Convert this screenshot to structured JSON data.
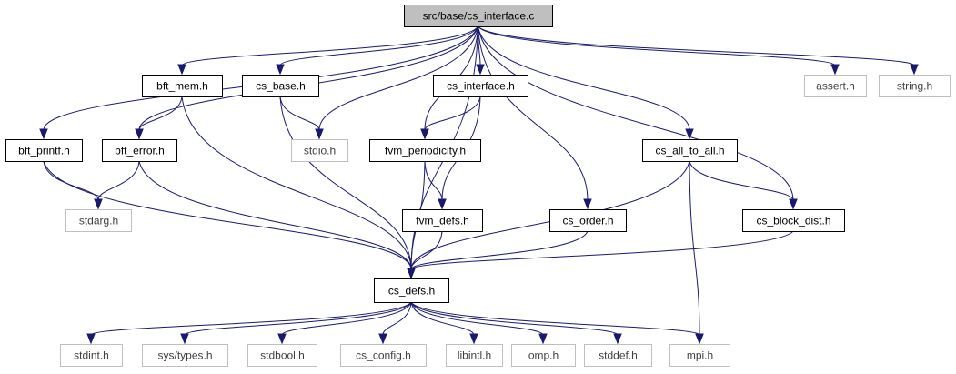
{
  "colors": {
    "edge": "#191970",
    "focus_fill": "#bfbfbf",
    "documented_border": "#000000",
    "external_border": "#bfbfbf",
    "documented_text": "#000000",
    "external_text": "#3f3f3f"
  },
  "nodes": [
    {
      "id": "cs_interface_c",
      "label": "src/base/cs_interface.c",
      "kind": "focus"
    },
    {
      "id": "bft_mem",
      "label": "bft_mem.h",
      "kind": "documented"
    },
    {
      "id": "cs_base",
      "label": "cs_base.h",
      "kind": "documented"
    },
    {
      "id": "cs_interface_h",
      "label": "cs_interface.h",
      "kind": "documented"
    },
    {
      "id": "assert",
      "label": "assert.h",
      "kind": "external"
    },
    {
      "id": "string",
      "label": "string.h",
      "kind": "external"
    },
    {
      "id": "bft_printf",
      "label": "bft_printf.h",
      "kind": "documented"
    },
    {
      "id": "bft_error",
      "label": "bft_error.h",
      "kind": "documented"
    },
    {
      "id": "stdio",
      "label": "stdio.h",
      "kind": "external"
    },
    {
      "id": "fvm_periodicity",
      "label": "fvm_periodicity.h",
      "kind": "documented"
    },
    {
      "id": "cs_all_to_all",
      "label": "cs_all_to_all.h",
      "kind": "documented"
    },
    {
      "id": "stdarg",
      "label": "stdarg.h",
      "kind": "external"
    },
    {
      "id": "fvm_defs",
      "label": "fvm_defs.h",
      "kind": "documented"
    },
    {
      "id": "cs_order",
      "label": "cs_order.h",
      "kind": "documented"
    },
    {
      "id": "cs_block_dist",
      "label": "cs_block_dist.h",
      "kind": "documented"
    },
    {
      "id": "cs_defs",
      "label": "cs_defs.h",
      "kind": "documented"
    },
    {
      "id": "stdint",
      "label": "stdint.h",
      "kind": "external"
    },
    {
      "id": "sys_types",
      "label": "sys/types.h",
      "kind": "external"
    },
    {
      "id": "stdbool",
      "label": "stdbool.h",
      "kind": "external"
    },
    {
      "id": "cs_config",
      "label": "cs_config.h",
      "kind": "external"
    },
    {
      "id": "libintl",
      "label": "libintl.h",
      "kind": "external"
    },
    {
      "id": "omp",
      "label": "omp.h",
      "kind": "external"
    },
    {
      "id": "stddef",
      "label": "stddef.h",
      "kind": "external"
    },
    {
      "id": "mpi",
      "label": "mpi.h",
      "kind": "external"
    }
  ],
  "edges": [
    [
      "cs_interface_c",
      "bft_mem"
    ],
    [
      "cs_interface_c",
      "cs_base"
    ],
    [
      "cs_interface_c",
      "cs_interface_h"
    ],
    [
      "cs_interface_c",
      "assert"
    ],
    [
      "cs_interface_c",
      "string"
    ],
    [
      "cs_interface_c",
      "bft_printf"
    ],
    [
      "cs_interface_c",
      "bft_error"
    ],
    [
      "cs_interface_c",
      "stdio"
    ],
    [
      "cs_interface_c",
      "fvm_periodicity"
    ],
    [
      "cs_interface_c",
      "cs_all_to_all"
    ],
    [
      "cs_interface_c",
      "cs_order"
    ],
    [
      "cs_interface_c",
      "cs_block_dist"
    ],
    [
      "cs_interface_c",
      "cs_defs"
    ],
    [
      "bft_mem",
      "bft_error"
    ],
    [
      "bft_mem",
      "cs_defs"
    ],
    [
      "cs_base",
      "stdio"
    ],
    [
      "cs_base",
      "cs_defs"
    ],
    [
      "cs_interface_h",
      "fvm_periodicity"
    ],
    [
      "cs_interface_h",
      "fvm_defs"
    ],
    [
      "bft_printf",
      "stdarg"
    ],
    [
      "bft_printf",
      "cs_defs"
    ],
    [
      "bft_error",
      "stdarg"
    ],
    [
      "bft_error",
      "cs_defs"
    ],
    [
      "fvm_periodicity",
      "fvm_defs"
    ],
    [
      "fvm_periodicity",
      "cs_defs"
    ],
    [
      "fvm_defs",
      "cs_defs"
    ],
    [
      "cs_order",
      "cs_defs"
    ],
    [
      "cs_all_to_all",
      "cs_block_dist"
    ],
    [
      "cs_all_to_all",
      "cs_defs"
    ],
    [
      "cs_all_to_all",
      "mpi"
    ],
    [
      "cs_block_dist",
      "cs_defs"
    ],
    [
      "cs_defs",
      "stdint"
    ],
    [
      "cs_defs",
      "sys_types"
    ],
    [
      "cs_defs",
      "stdbool"
    ],
    [
      "cs_defs",
      "cs_config"
    ],
    [
      "cs_defs",
      "libintl"
    ],
    [
      "cs_defs",
      "omp"
    ],
    [
      "cs_defs",
      "stddef"
    ],
    [
      "cs_defs",
      "mpi"
    ]
  ]
}
